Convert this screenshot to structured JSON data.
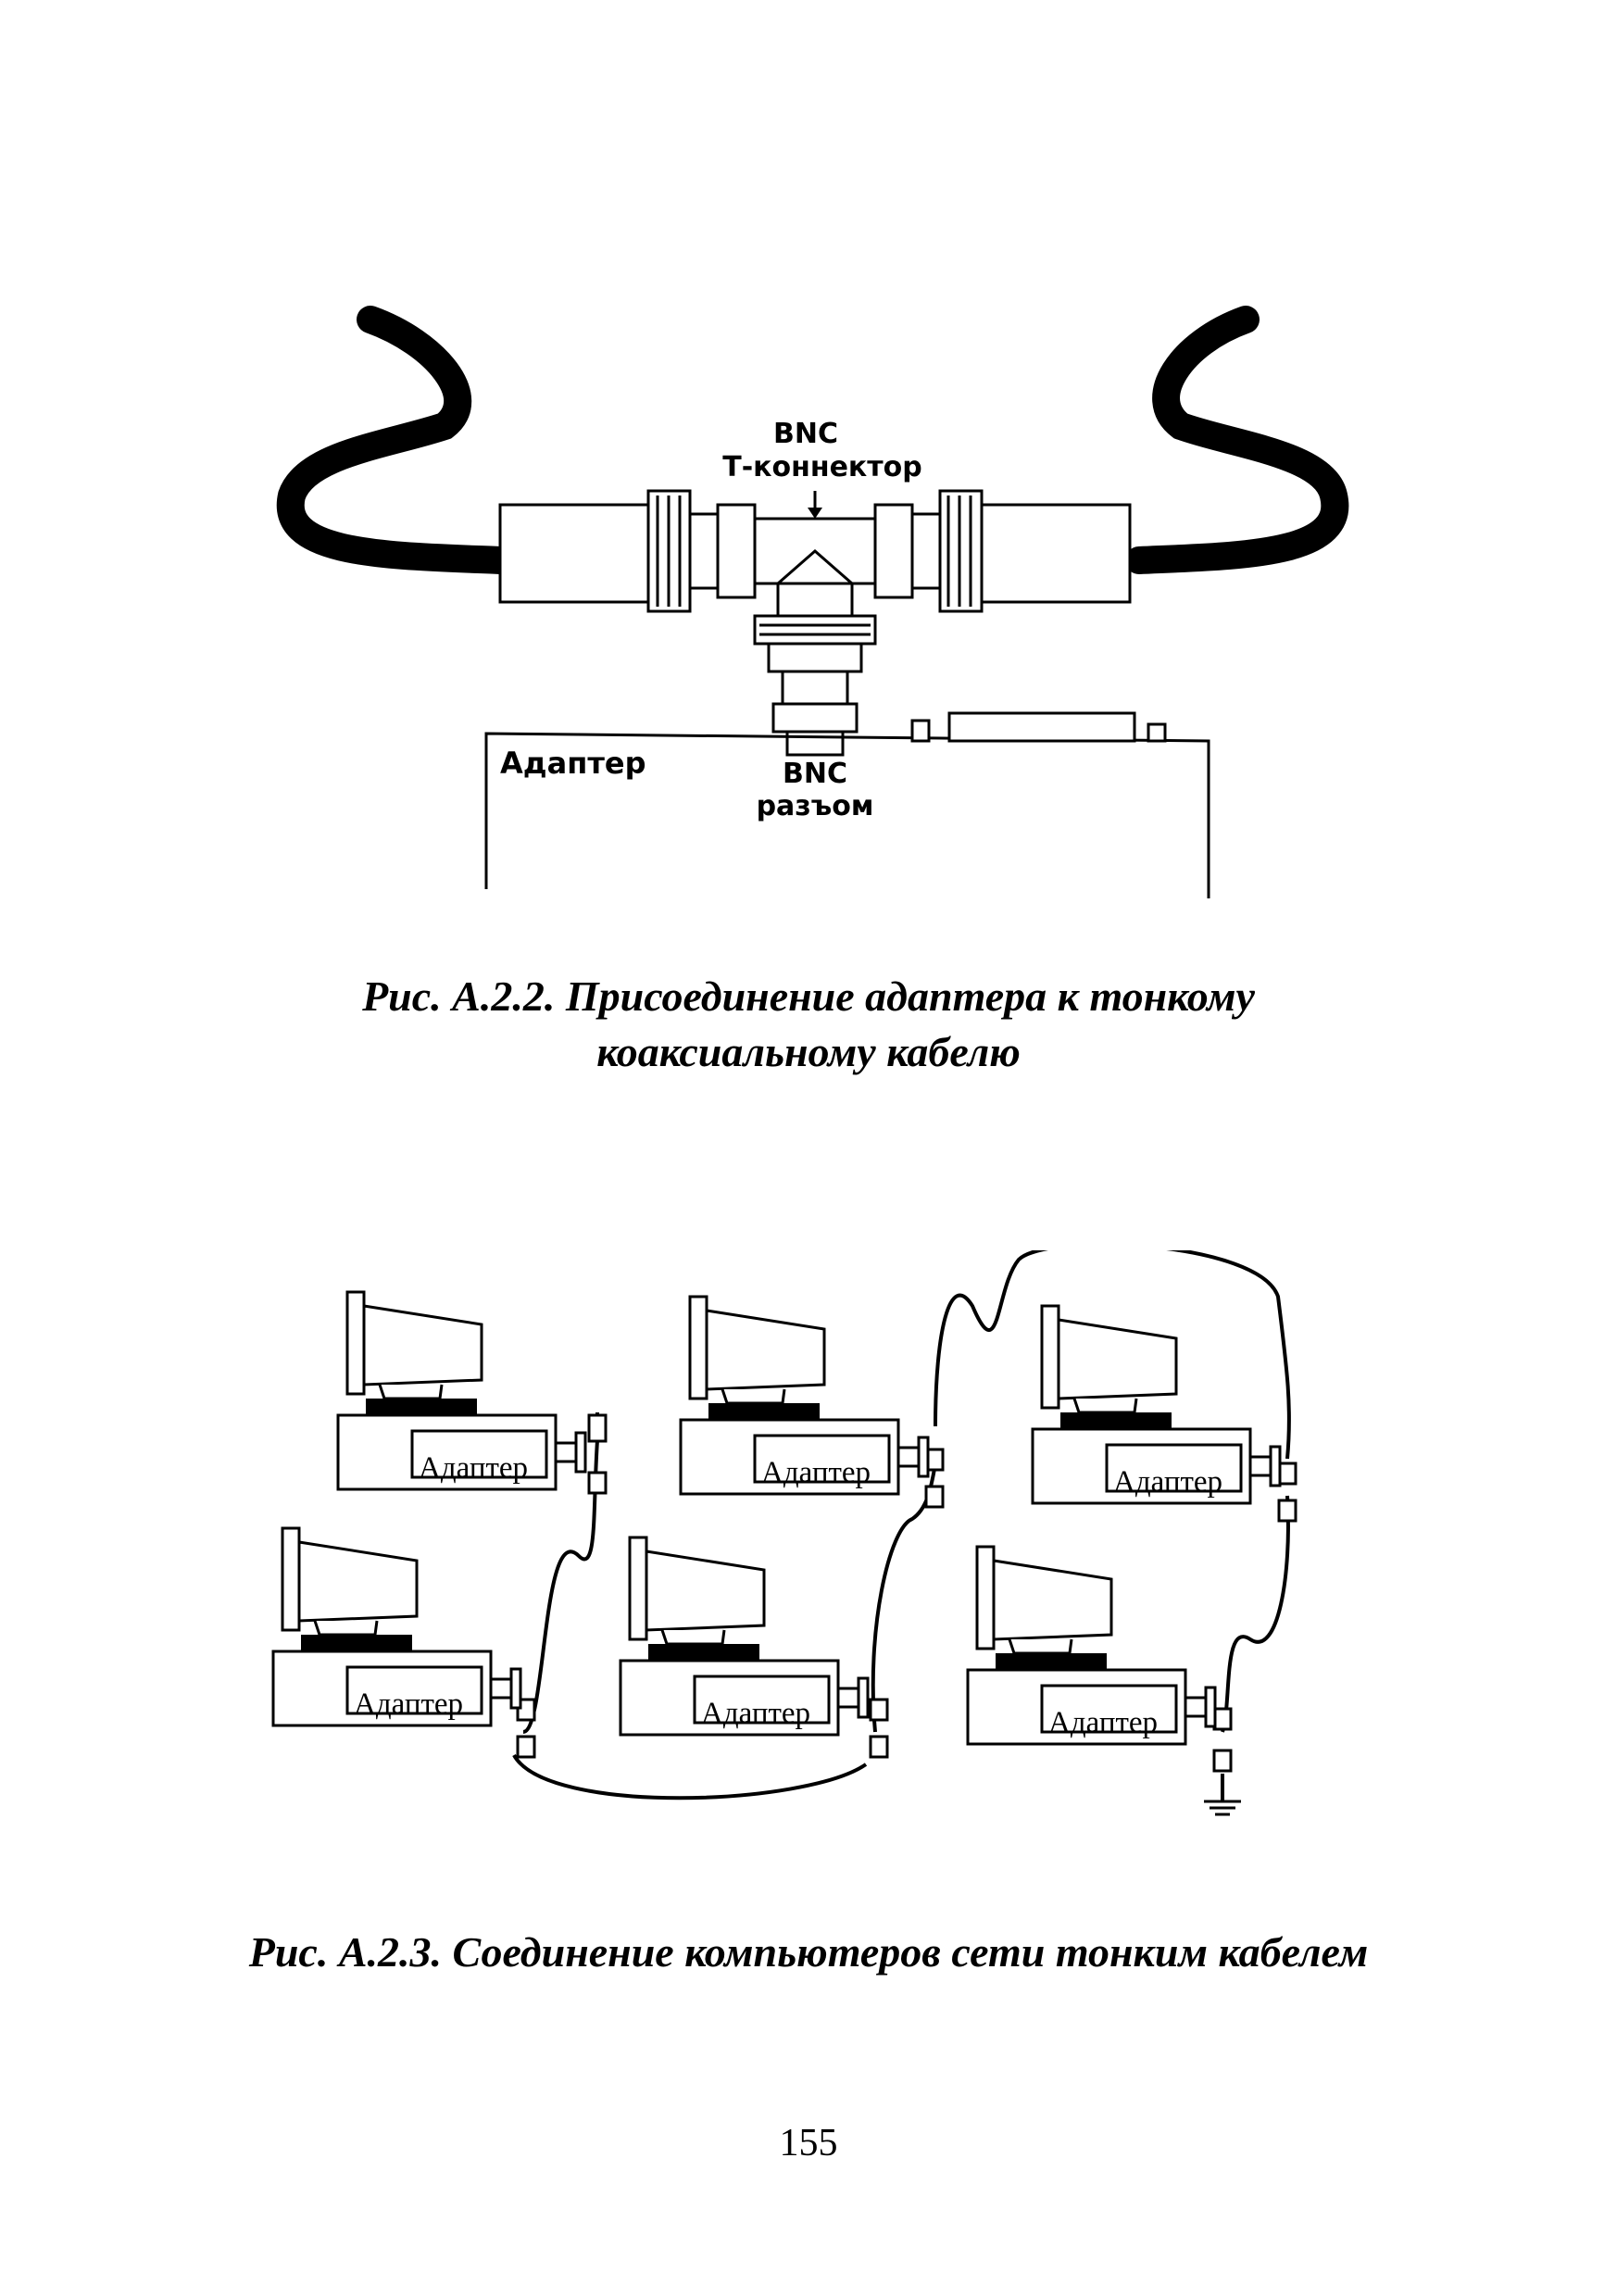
{
  "figure1": {
    "tconnector_label_line1": "BNC",
    "tconnector_label_line2": "Т-коннектор",
    "adapter_label": "Адаптер",
    "socket_label_line1": "BNC",
    "socket_label_line2": "разъом"
  },
  "caption1": {
    "line1": "Рис. А.2.2. Присоединение адаптера к тонкому",
    "line2": "коаксиальному кабелю"
  },
  "figure2": {
    "adapter_labels": [
      "Адаптер",
      "Адаптер",
      "Адаптер",
      "Адаптер",
      "Адаптер",
      "Адаптер"
    ]
  },
  "caption2": {
    "line1": "Рис. А.2.3. Соединение компьютеров сети тонким кабелем"
  },
  "page_number": "155"
}
